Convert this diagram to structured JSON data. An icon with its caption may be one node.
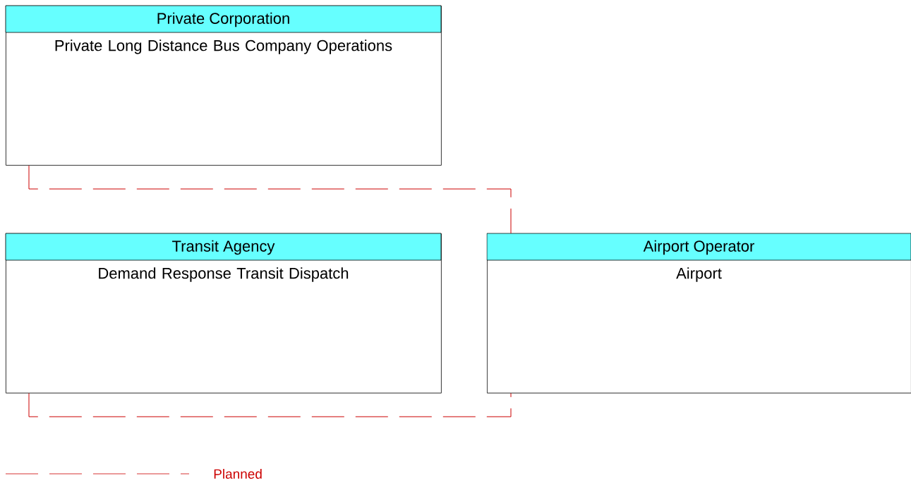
{
  "diagram": {
    "nodes": [
      {
        "text": [
          "Private Corporation",
          "Private Long Distance Bus Company Operations"
        ]
      },
      {
        "text": [
          "Transit Agency",
          "Demand Response Transit Dispatch"
        ]
      },
      {
        "text": [
          "Airport Operator",
          "Airport"
        ]
      }
    ],
    "edges": [
      {
        "from": 0,
        "to": 2,
        "arrow": "none",
        "style": "dashed",
        "color": "#cc0000"
      },
      {
        "from": 1,
        "to": 2,
        "arrow": "none",
        "style": "dashed",
        "color": "#cc0000"
      }
    ],
    "legend": [
      {
        "text": "Planned"
      }
    ]
  }
}
